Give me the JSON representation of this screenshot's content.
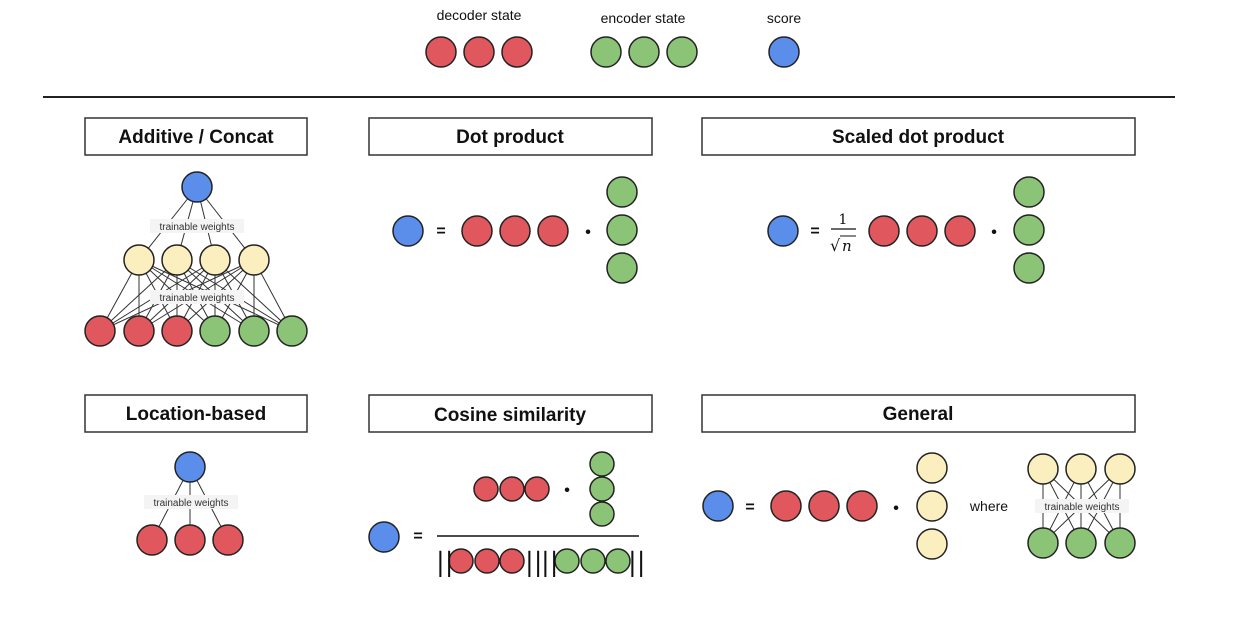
{
  "colors": {
    "decoder": "#e0575d",
    "encoder": "#8cc477",
    "score": "#5b8eea",
    "hidden": "#fbeebf",
    "stroke": "#222222"
  },
  "legend": {
    "decoder_label": "decoder state",
    "encoder_label": "encoder state",
    "score_label": "score"
  },
  "panels": {
    "additive": {
      "title": "Additive / Concat",
      "weights_top": "trainable weights",
      "weights_bottom": "trainable weights"
    },
    "dot": {
      "title": "Dot product",
      "equals": "=",
      "dot": "•"
    },
    "scaled": {
      "title": "Scaled dot product",
      "equals": "=",
      "numerator": "1",
      "radical": "√",
      "radicand": "n",
      "dot": "•"
    },
    "location": {
      "title": "Location-based",
      "weights": "trainable weights"
    },
    "cosine": {
      "title": "Cosine similarity",
      "equals": "=",
      "dot": "•",
      "norm_bar": "||"
    },
    "general": {
      "title": "General",
      "equals": "=",
      "dot": "•",
      "where": "where",
      "weights": "trainable weights"
    }
  }
}
